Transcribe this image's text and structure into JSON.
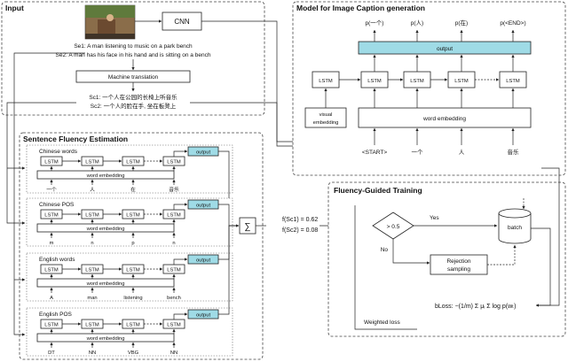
{
  "panels": {
    "input": "Input",
    "caption_model": "Model for Image Caption generation",
    "fluency": "Sentence Fluency Estimation",
    "training": "Fluency-Guided Training"
  },
  "input": {
    "cnn": "CNN",
    "sentence_e1": "Se1: A man listening to music on a park bench",
    "sentence_e2": "Se2: A man has his face in his hand and is sitting on a bench",
    "machine_translation": "Machine translation",
    "sentence_c1": "Sc1: 一个人在公园的长椅上听音乐",
    "sentence_c2": "Sc2: 一个人的脸在手, 坐在板凳上"
  },
  "caption": {
    "outputs": [
      "p(一个)",
      "p(人)",
      "p(在)",
      "p(<END>)"
    ],
    "output_label": "output",
    "lstm": "LSTM",
    "visual_embedding": "visual embedding",
    "word_embedding": "word embedding",
    "inputs": [
      "<START>",
      "一个",
      "人",
      "音乐"
    ]
  },
  "fluency": {
    "blocks": [
      {
        "title": "Chinese words",
        "words": [
          "一个",
          "人",
          "在",
          "音乐"
        ]
      },
      {
        "title": "Chinese POS",
        "words": [
          "m",
          "n",
          "p",
          "n"
        ]
      },
      {
        "title": "English words",
        "words": [
          "A",
          "man",
          "listening",
          "bench"
        ]
      },
      {
        "title": "English POS",
        "words": [
          "DT",
          "NN",
          "VBG",
          "NN"
        ]
      }
    ],
    "lstm": "LSTM",
    "output_label": "output",
    "word_embedding": "word embedding",
    "sum_symbol": "∑",
    "score_1": "f(Sc1) = 0.62",
    "score_2": "f(Sc2) = 0.08"
  },
  "training": {
    "decision": "> 0.5",
    "yes": "Yes",
    "no": "No",
    "batch": "batch",
    "rejection": "Rejection sampling",
    "weighted_loss": "Weighted loss",
    "bloss": "bLoss: −(1/m) Σ μi Σ log p(wt)"
  },
  "colors": {
    "output_fill": "#9fdbe6",
    "stroke": "#222222"
  }
}
